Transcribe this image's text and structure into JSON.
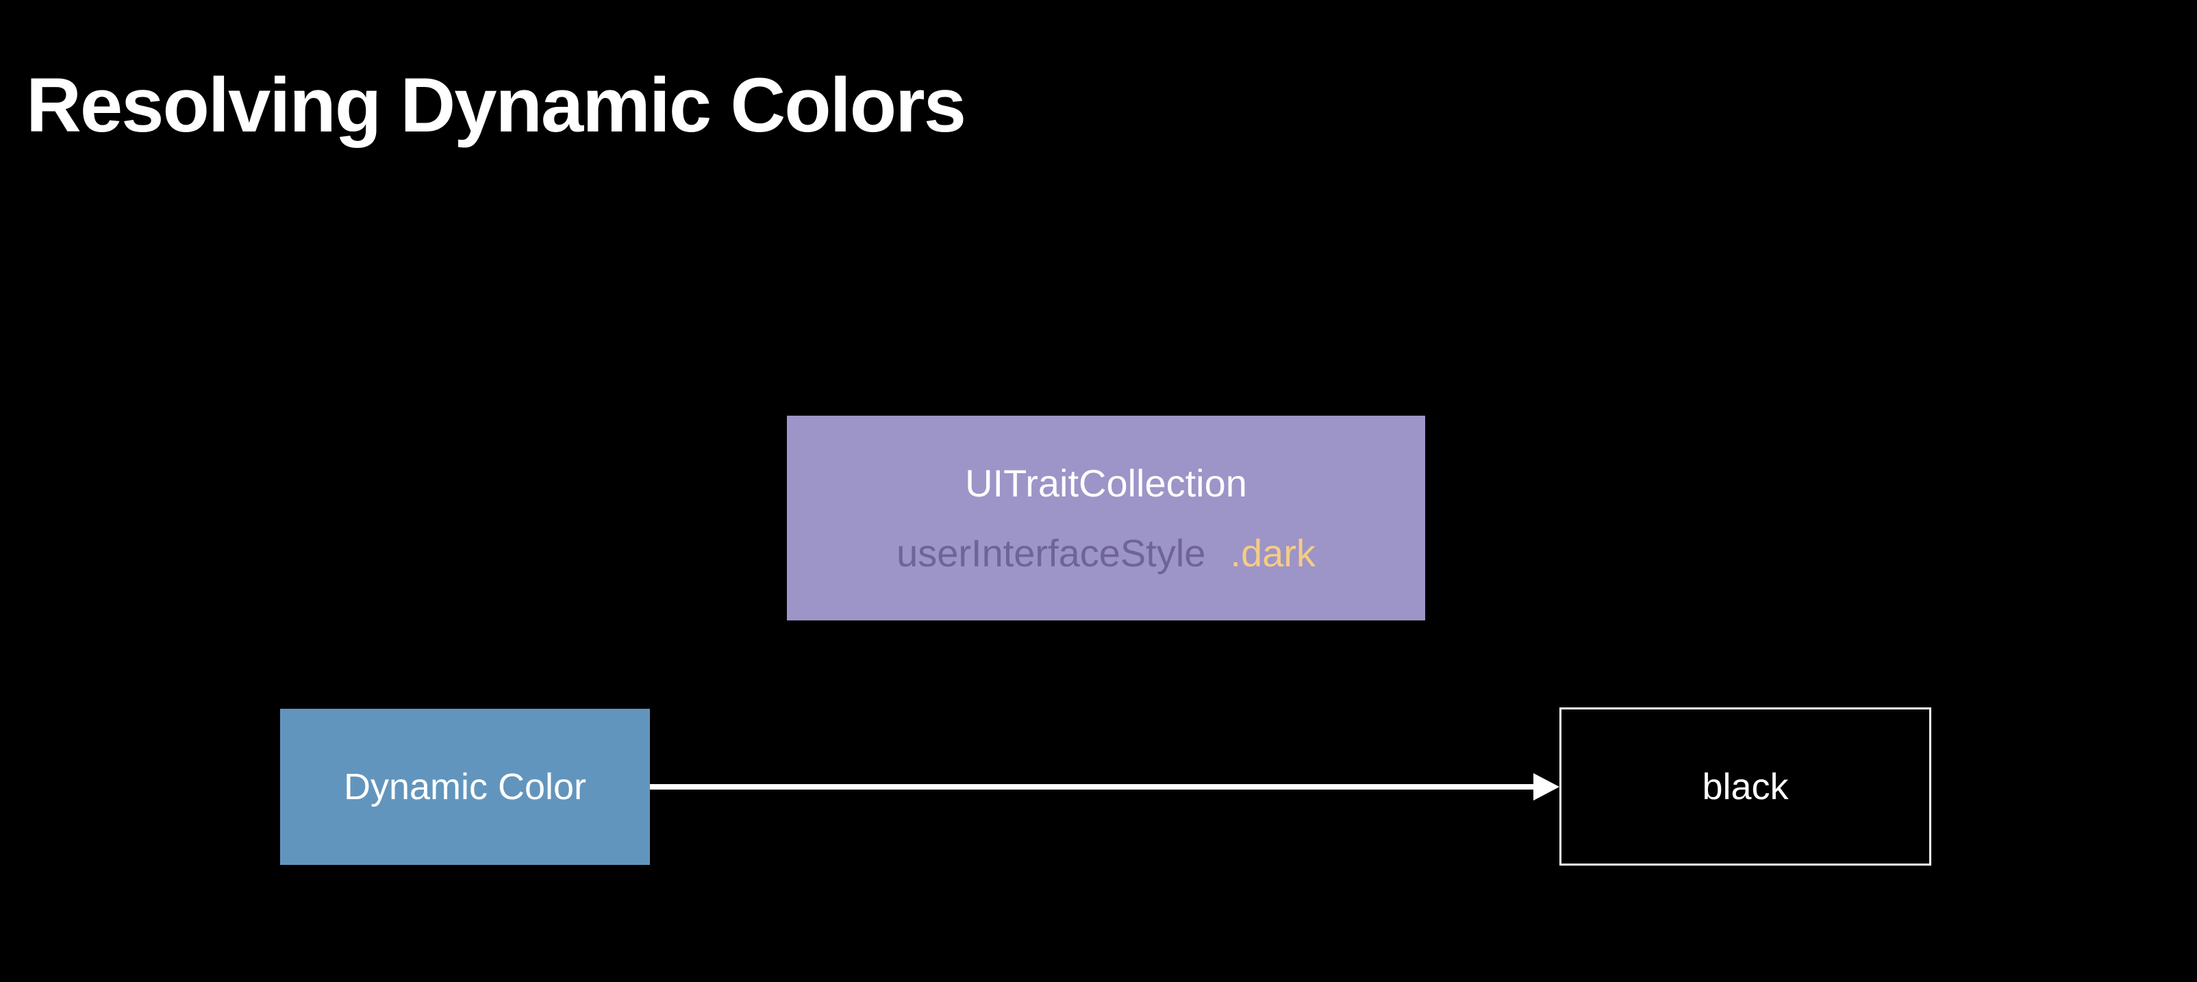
{
  "slide": {
    "title": "Resolving Dynamic Colors"
  },
  "diagram": {
    "trait_collection": {
      "title": "UITraitCollection",
      "property_label": "userInterfaceStyle",
      "property_value": ".dark"
    },
    "dynamic_color": {
      "label": "Dynamic Color"
    },
    "resolved_color": {
      "label": "black"
    },
    "colors": {
      "background": "#000000",
      "title_text": "#ffffff",
      "trait_box_fill": "#9d94c8",
      "trait_title_text": "#fdfdfe",
      "trait_property_text": "#6e6496",
      "trait_value_text": "#f4cc85",
      "dynamic_box_fill": "#6295bd",
      "node_text": "#ffffff",
      "resolved_box_border": "#ffffff",
      "resolved_box_fill": "#000000",
      "arrow": "#ffffff"
    }
  }
}
